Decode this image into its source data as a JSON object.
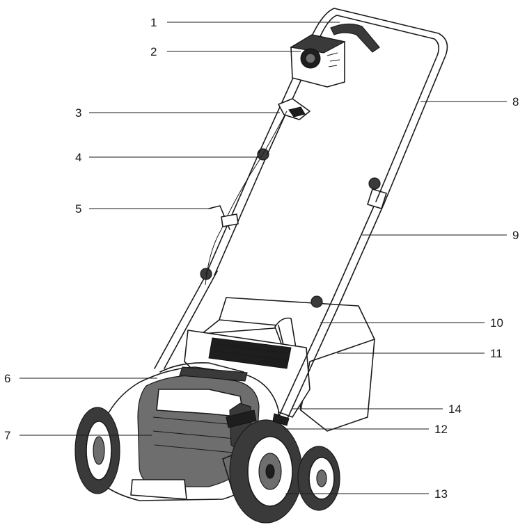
{
  "diagram": {
    "subject": "lawn scarifier / aerator",
    "callouts": [
      {
        "label": "1"
      },
      {
        "label": "2"
      },
      {
        "label": "3"
      },
      {
        "label": "4"
      },
      {
        "label": "5"
      },
      {
        "label": "6"
      },
      {
        "label": "7"
      },
      {
        "label": "8"
      },
      {
        "label": "9"
      },
      {
        "label": "10"
      },
      {
        "label": "11"
      },
      {
        "label": "12"
      },
      {
        "label": "13"
      },
      {
        "label": "14"
      }
    ]
  }
}
